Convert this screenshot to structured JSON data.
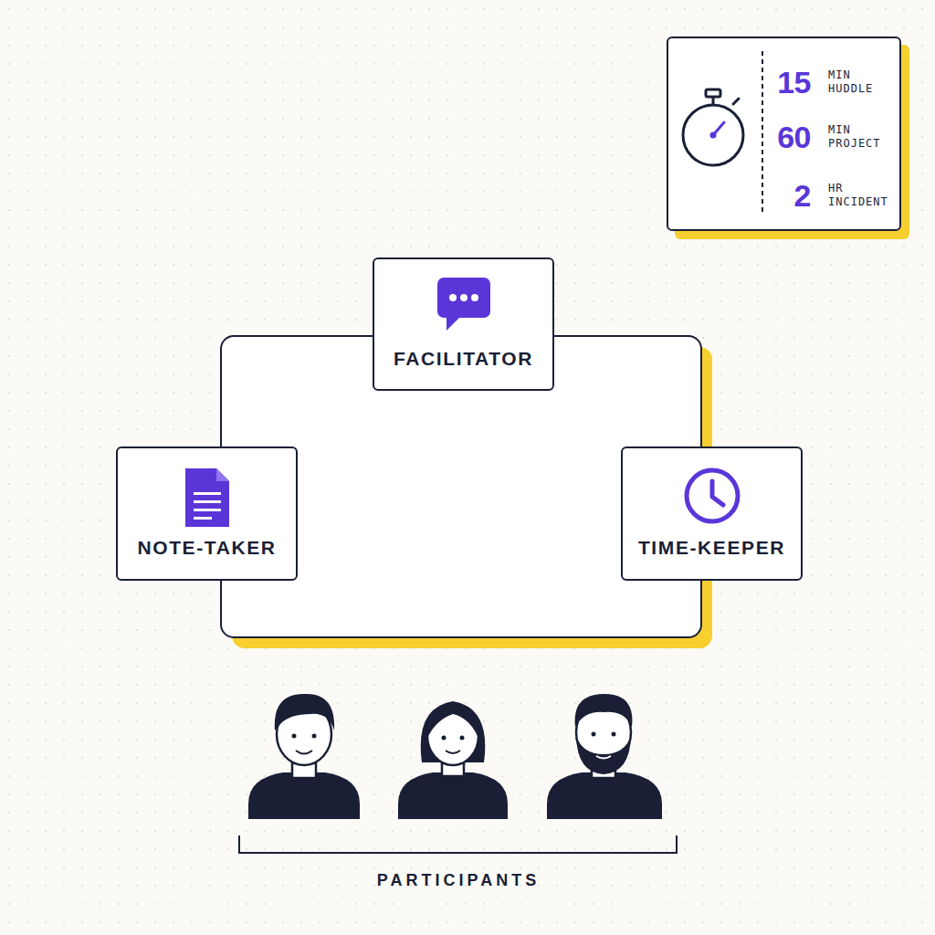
{
  "diagram": {
    "nodes": [
      {
        "text": [
          "15",
          "MIN HUDDLE",
          "60",
          "MIN PROJECT",
          "2",
          "HR INCIDENT"
        ]
      },
      {
        "text": [
          "FACILITATOR"
        ]
      },
      {
        "text": [
          "NOTE-TAKER"
        ]
      },
      {
        "text": [
          "TIME-KEEPER"
        ]
      }
    ],
    "labels": [
      "PARTICIPANTS"
    ]
  }
}
